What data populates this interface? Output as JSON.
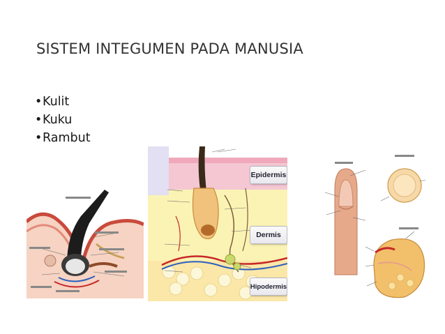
{
  "slide": {
    "title": "SISTEM INTEGUMEN PADA MANUSIA",
    "bullets": [
      {
        "marker": "•",
        "text": "Kulit"
      },
      {
        "marker": "•",
        "text": "Kuku"
      },
      {
        "marker": "•",
        "text": "Rambut"
      }
    ]
  },
  "skin_diagram": {
    "layers": {
      "epidermis": "Epidermis",
      "dermis": "Dermis",
      "hypodermis": "Hipodermis"
    }
  },
  "colors": {
    "title": "#333333",
    "skin_pink": "#f2b8c6",
    "dermis_yellow": "#fbf3b4",
    "nail_skin": "#e6a98a"
  }
}
